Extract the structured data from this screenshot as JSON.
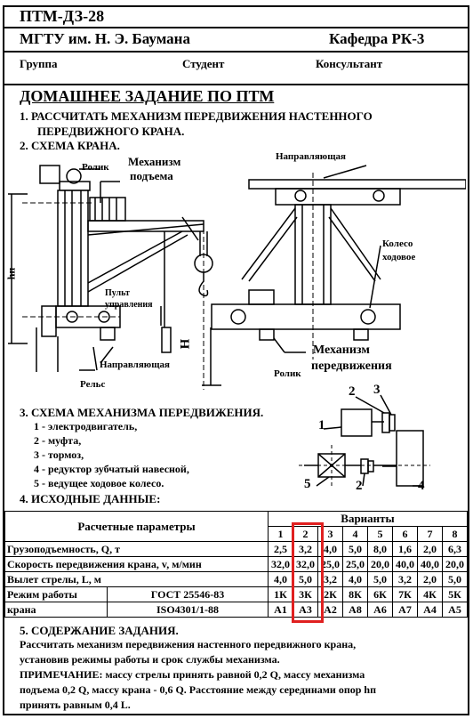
{
  "header": {
    "code": "ПТМ-ДЗ-28",
    "university": "МГТУ им. Н. Э. Баумана",
    "department": "Кафедра РК-3",
    "group_label": "Группа",
    "student_label": "Студент",
    "consultant_label": "Консультант"
  },
  "title": "ДОМАШНЕЕ ЗАДАНИЕ ПО ПТМ",
  "section1": {
    "line1": "1. РАССЧИТАТЬ МЕХАНИЗМ  ПЕРЕДВИЖЕНИЯ  НАСТЕННОГО",
    "line2": "ПЕРЕДВИЖНОГО КРАНА."
  },
  "section2": {
    "title": "2. СХЕМА КРАНА.",
    "left_labels": {
      "roller": "Ролик",
      "lift_mech_1": "Механизм",
      "lift_mech_2": "подъема",
      "control_1": "Пульт",
      "control_2": "управления",
      "guide": "Направляющая",
      "rail": "Рельс",
      "h_small": "hп",
      "H": "H"
    },
    "right_labels": {
      "guide": "Направляющая",
      "wheel_1": "Колесо",
      "wheel_2": "ходовое",
      "travel_1": "Механизм",
      "travel_2": "передвижения",
      "roller": "Ролик"
    }
  },
  "section3": {
    "title": "3. СХЕМА МЕХАНИЗМА ПЕРЕДВИЖЕНИЯ.",
    "items": [
      "1 - электродвигатель,",
      "2 - муфта,",
      "3 - тормоз,",
      "4 - редуктор зубчатый навесной,",
      "5 - ведущее ходовое колесо."
    ],
    "diagram_numbers": [
      "1",
      "2",
      "3",
      "4",
      "5",
      "2"
    ]
  },
  "section4": {
    "title": "4. ИСХОДНЫЕ ДАННЫЕ:",
    "params_header": "Расчетные параметры",
    "variants_header": "Варианты",
    "variant_numbers": [
      "1",
      "2",
      "3",
      "4",
      "5",
      "6",
      "7",
      "8"
    ],
    "rows": [
      {
        "label": "Грузоподъемность, Q, т",
        "values": [
          "2,5",
          "3,2",
          "4,0",
          "5,0",
          "8,0",
          "1,6",
          "2,0",
          "6,3"
        ]
      },
      {
        "label": "Скорость передвижения крана, v, м/мин",
        "values": [
          "32,0",
          "32,0",
          "25,0",
          "25,0",
          "20,0",
          "40,0",
          "40,0",
          "20,0"
        ]
      },
      {
        "label": "Вылет стрелы, L, м",
        "values": [
          "4,0",
          "5,0",
          "3,2",
          "4,0",
          "5,0",
          "3,2",
          "2,0",
          "5,0"
        ]
      }
    ],
    "mode_label_1": "Режим работы",
    "mode_label_2": "крана",
    "standard_rows": [
      {
        "standard": "ГОСТ 25546-83",
        "values": [
          "1К",
          "3К",
          "2К",
          "8К",
          "6К",
          "7К",
          "4К",
          "5К"
        ]
      },
      {
        "standard": "ISO4301/1-88",
        "values": [
          "А1",
          "А3",
          "А2",
          "А8",
          "А6",
          "А7",
          "А4",
          "А5"
        ]
      }
    ],
    "highlight_color": "#e02020"
  },
  "section5": {
    "title": "5. СОДЕРЖАНИЕ ЗАДАНИЯ.",
    "text_line1": "Рассчитать механизм передвижения  настенного передвижного крана,",
    "text_line2": "установив режимы работы и срок службы механизма.",
    "note_line1": "ПРИМЕЧАНИЕ:  массу стрелы принять равной 0,2 Q, массу механизма",
    "note_line2": "подъема 0,2 Q, массу крана  - 0,6 Q. Расстояние между серединами опор hп",
    "note_line3": "принять равным 0,4 L."
  }
}
